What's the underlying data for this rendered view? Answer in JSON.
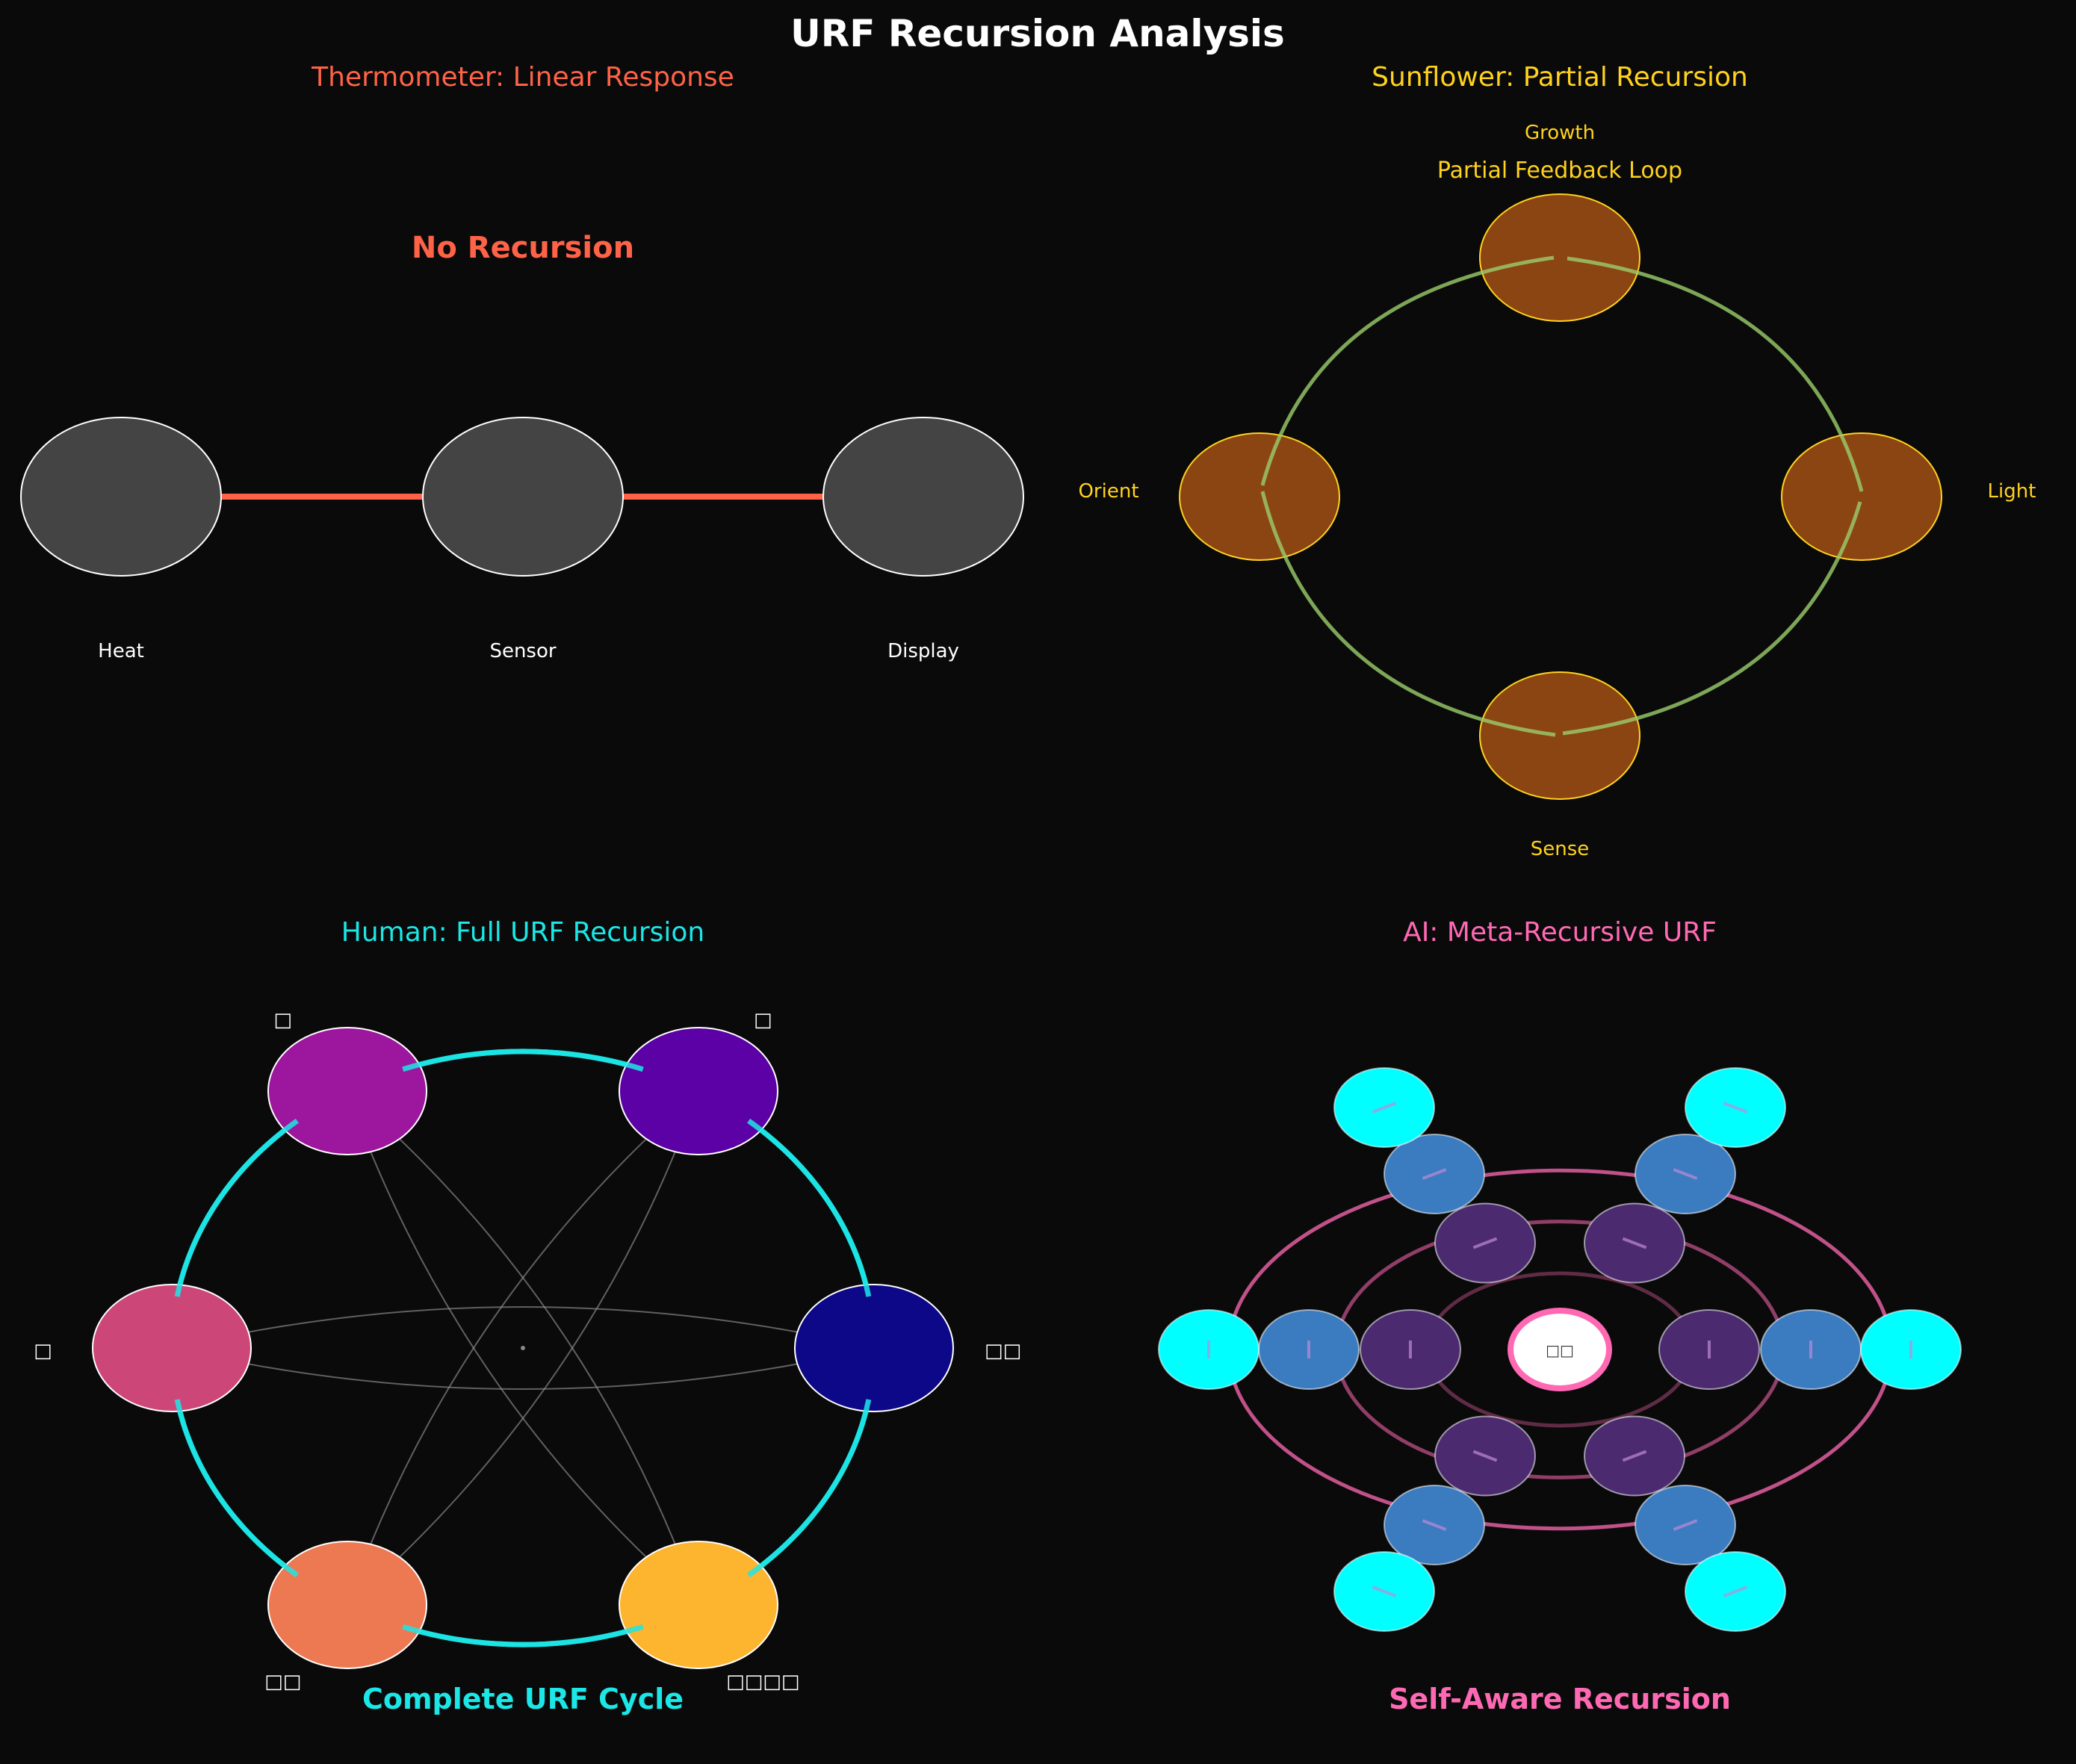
{
  "title": "URF Recursion Analysis",
  "colors": {
    "background": "#0a0a0a",
    "title": "#ffffff",
    "thermo": "#ff6347",
    "sunflower": "#ffd21f",
    "human": "#1ce6e6",
    "ai": "#ff69b4"
  },
  "panels": {
    "thermometer": {
      "title": "Thermometer: Linear Response",
      "subtitle": "No Recursion",
      "nodes": [
        "Heat",
        "Sensor",
        "Display"
      ]
    },
    "sunflower": {
      "title": "Sunflower: Partial Recursion",
      "subtitle": "Partial Feedback Loop",
      "nodes": [
        "Growth",
        "Light",
        "Sense",
        "Orient"
      ]
    },
    "human": {
      "title": "Human: Full URF Recursion",
      "subtitle": "Complete URF Cycle",
      "nodes": [
        {
          "label": "□□",
          "color": "#0c0887"
        },
        {
          "label": "□",
          "color": "#5c01a6"
        },
        {
          "label": "□",
          "color": "#9c179e"
        },
        {
          "label": "□",
          "color": "#cc4778"
        },
        {
          "label": "□□",
          "color": "#ed7953"
        },
        {
          "label": "□□□□",
          "color": "#fdb42f"
        }
      ]
    },
    "ai": {
      "title": "AI: Meta-Recursive URF",
      "subtitle": "Self-Aware Recursion",
      "center_label": "□□",
      "rings": [
        {
          "level": 1,
          "color": "#4b2a70"
        },
        {
          "level": 2,
          "color": "#3b7bbf"
        },
        {
          "level": 3,
          "color": "#00ffff"
        }
      ]
    }
  }
}
